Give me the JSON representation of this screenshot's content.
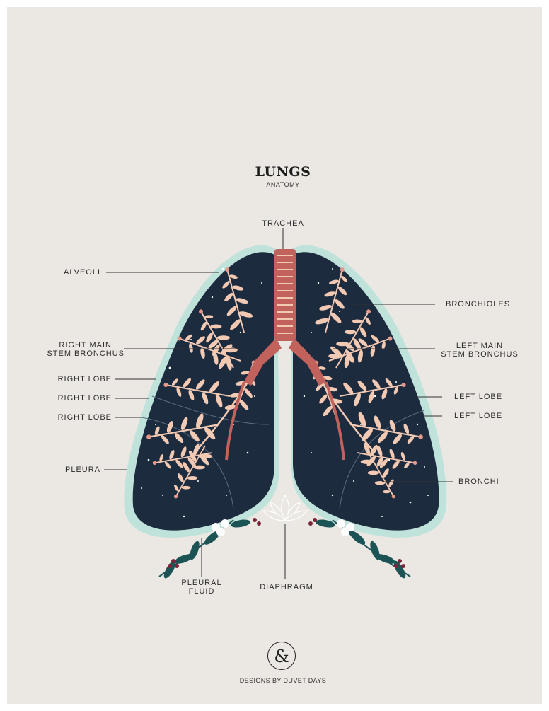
{
  "title": "LUNGS",
  "subtitle": "ANATOMY",
  "labels": {
    "trachea": "TRACHEA",
    "alveoli": "ALVEOLI",
    "bronchioles": "BRONCHIOLES",
    "right_main_stem_bronchus_1": "RIGHT MAIN",
    "right_main_stem_bronchus_2": "STEM BRONCHUS",
    "left_main_stem_bronchus_1": "LEFT MAIN",
    "left_main_stem_bronchus_2": "STEM BRONCHUS",
    "right_lobe_upper": "RIGHT LOBE",
    "right_lobe_middle": "RIGHT LOBE",
    "right_lobe_lower": "RIGHT LOBE",
    "left_lobe_upper": "LEFT LOBE",
    "left_lobe_lower": "LEFT LOBE",
    "pleura": "PLEURA",
    "bronchi": "BRONCHI",
    "pleural_fluid_1": "PLEURAL",
    "pleural_fluid_2": "FLUID",
    "diaphragm": "DIAPHRAGM"
  },
  "brand": {
    "logo_glyph": "&",
    "name": "DESIGNS BY DUVET DAYS"
  },
  "colors": {
    "background": "#ebe7e3",
    "lung_fill": "#1d2b3f",
    "pleura_outline": "#bfe3db",
    "trachea": "#c1625d",
    "branches": "#f2c9b3",
    "leaves": "#1c5456",
    "berries": "#7c2438"
  }
}
